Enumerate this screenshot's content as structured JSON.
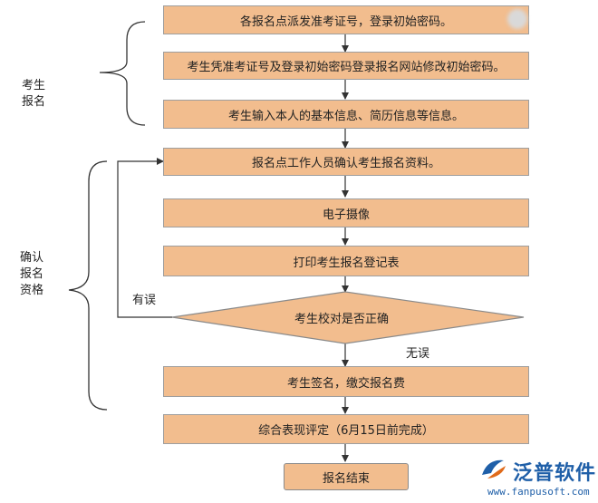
{
  "groups": {
    "registration": [
      "考生",
      "报名"
    ],
    "qualification": [
      "确认",
      "报名",
      "资格"
    ]
  },
  "steps": [
    "各报名点派发准考证号，登录初始密码。",
    "考生凭准考证号及登录初始密码登录报名网站修改初始密码。",
    "考生输入本人的基本信息、简历信息等信息。",
    "报名点工作人员确认考生报名资料。",
    "电子摄像",
    "打印考生报名登记表"
  ],
  "decision": {
    "text": "考生校对是否正确",
    "no_label": "有误",
    "yes_label": "无误"
  },
  "after_steps": [
    "考生签名，缴交报名费",
    "综合表现评定（6月15日前完成）"
  ],
  "end": "报名结束",
  "logo": {
    "name": "泛普软件",
    "url": "www.fanpusoft.com"
  },
  "colors": {
    "box_fill": "#f2bd8e",
    "box_border": "#9e9e9e",
    "line": "#333333",
    "logo": "#1f5fa8"
  }
}
